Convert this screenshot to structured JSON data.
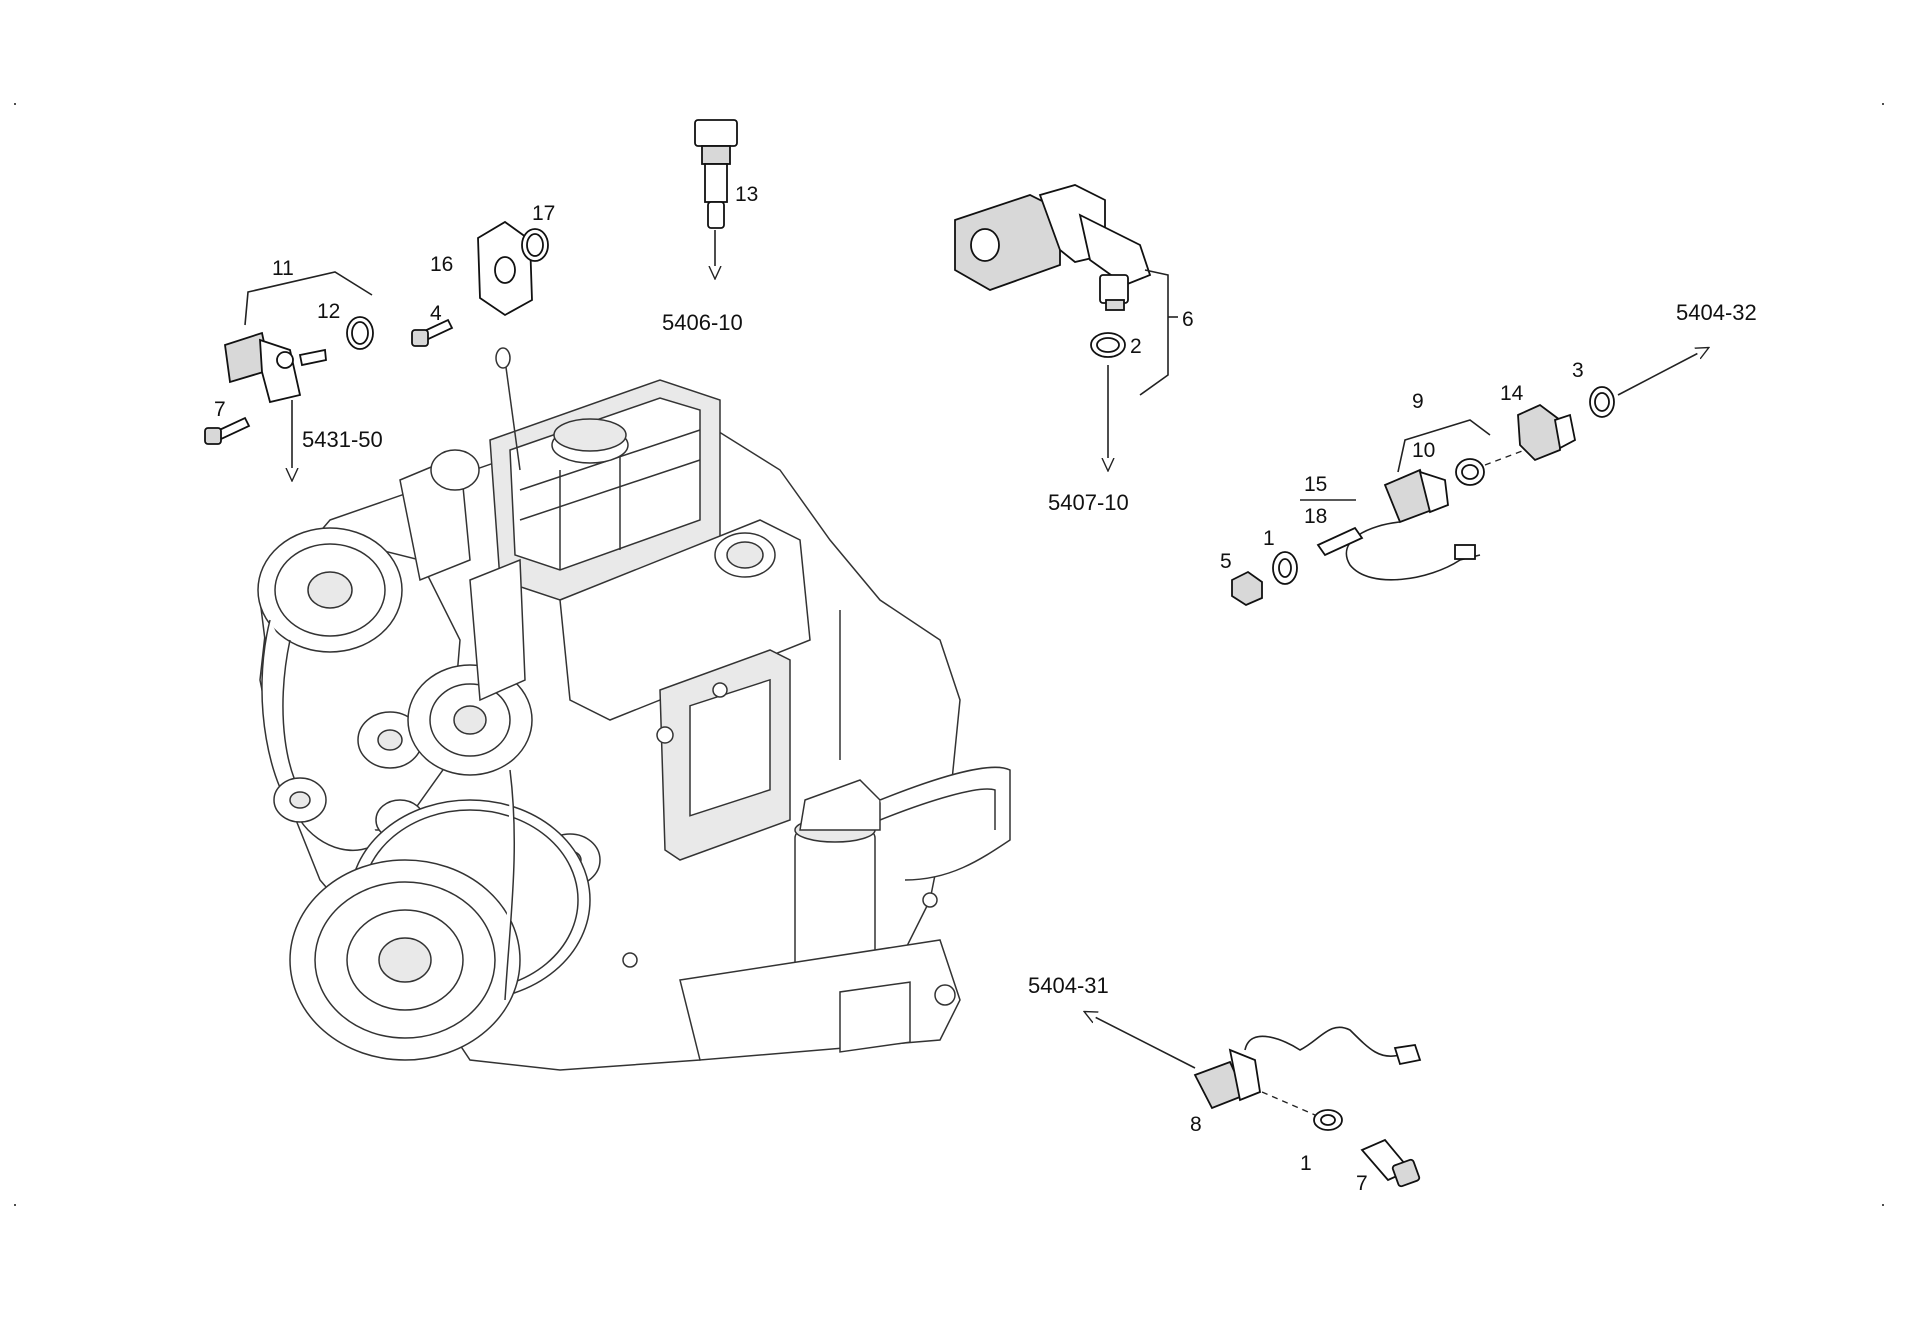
{
  "callouts": {
    "c1a": "1",
    "c1b": "1",
    "c2": "2",
    "c3": "3",
    "c4": "4",
    "c5": "5",
    "c6": "6",
    "c7a": "7",
    "c7b": "7",
    "c8": "8",
    "c9": "9",
    "c10": "10",
    "c11": "11",
    "c12": "12",
    "c13": "13",
    "c14": "14",
    "c15": "15",
    "c16": "16",
    "c17": "17",
    "c18": "18"
  },
  "references": {
    "r5406": "5406-10",
    "r5431": "5431-50",
    "r5407": "5407-10",
    "r5404_32": "5404-32",
    "r5404_31": "5404-31"
  }
}
